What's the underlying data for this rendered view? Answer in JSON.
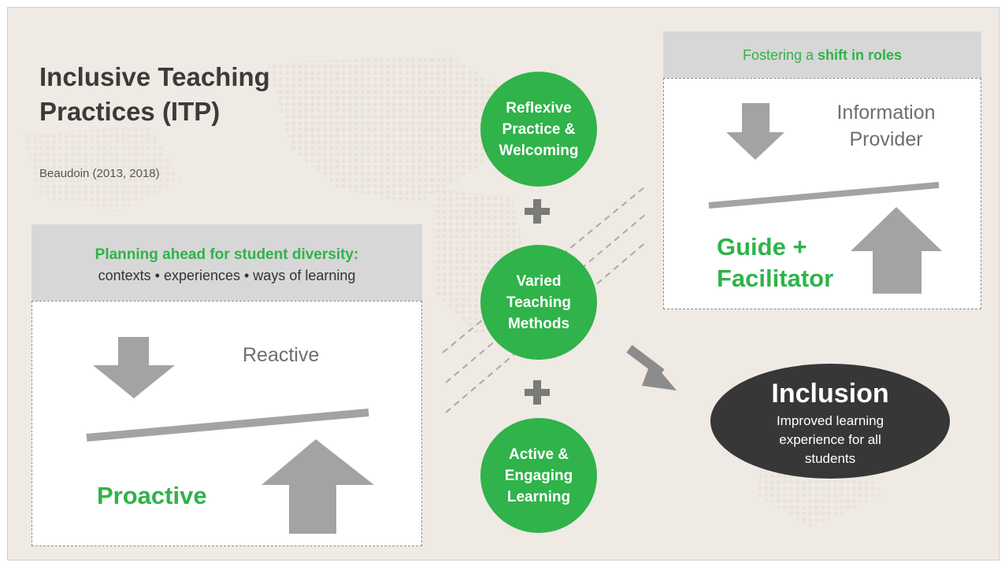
{
  "title": "Inclusive Teaching Practices (ITP)",
  "citation": "Beaudoin (2013, 2018)",
  "left_panel": {
    "heading": "Planning ahead for student diversity:",
    "subheading": "contexts • experiences • ways of learning",
    "down_label": "Reactive",
    "up_label": "Proactive"
  },
  "center_circles": [
    "Reflexive Practice & Welcoming",
    "Varied Teaching Methods",
    "Active & Engaging Learning"
  ],
  "plus_symbol": "+",
  "right_panel": {
    "heading_prefix": "Fostering a ",
    "heading_bold": "shift in roles",
    "down_label": "Information Provider",
    "up_label": "Guide + Facilitator"
  },
  "outcome": {
    "title": "Inclusion",
    "description": "Improved learning experience for all students"
  },
  "colors": {
    "green": "#2fb34a",
    "dark": "#373737",
    "arrow_gray": "#a3a3a3",
    "band_gray": "#d7d7d7",
    "background": "#efeae4"
  }
}
